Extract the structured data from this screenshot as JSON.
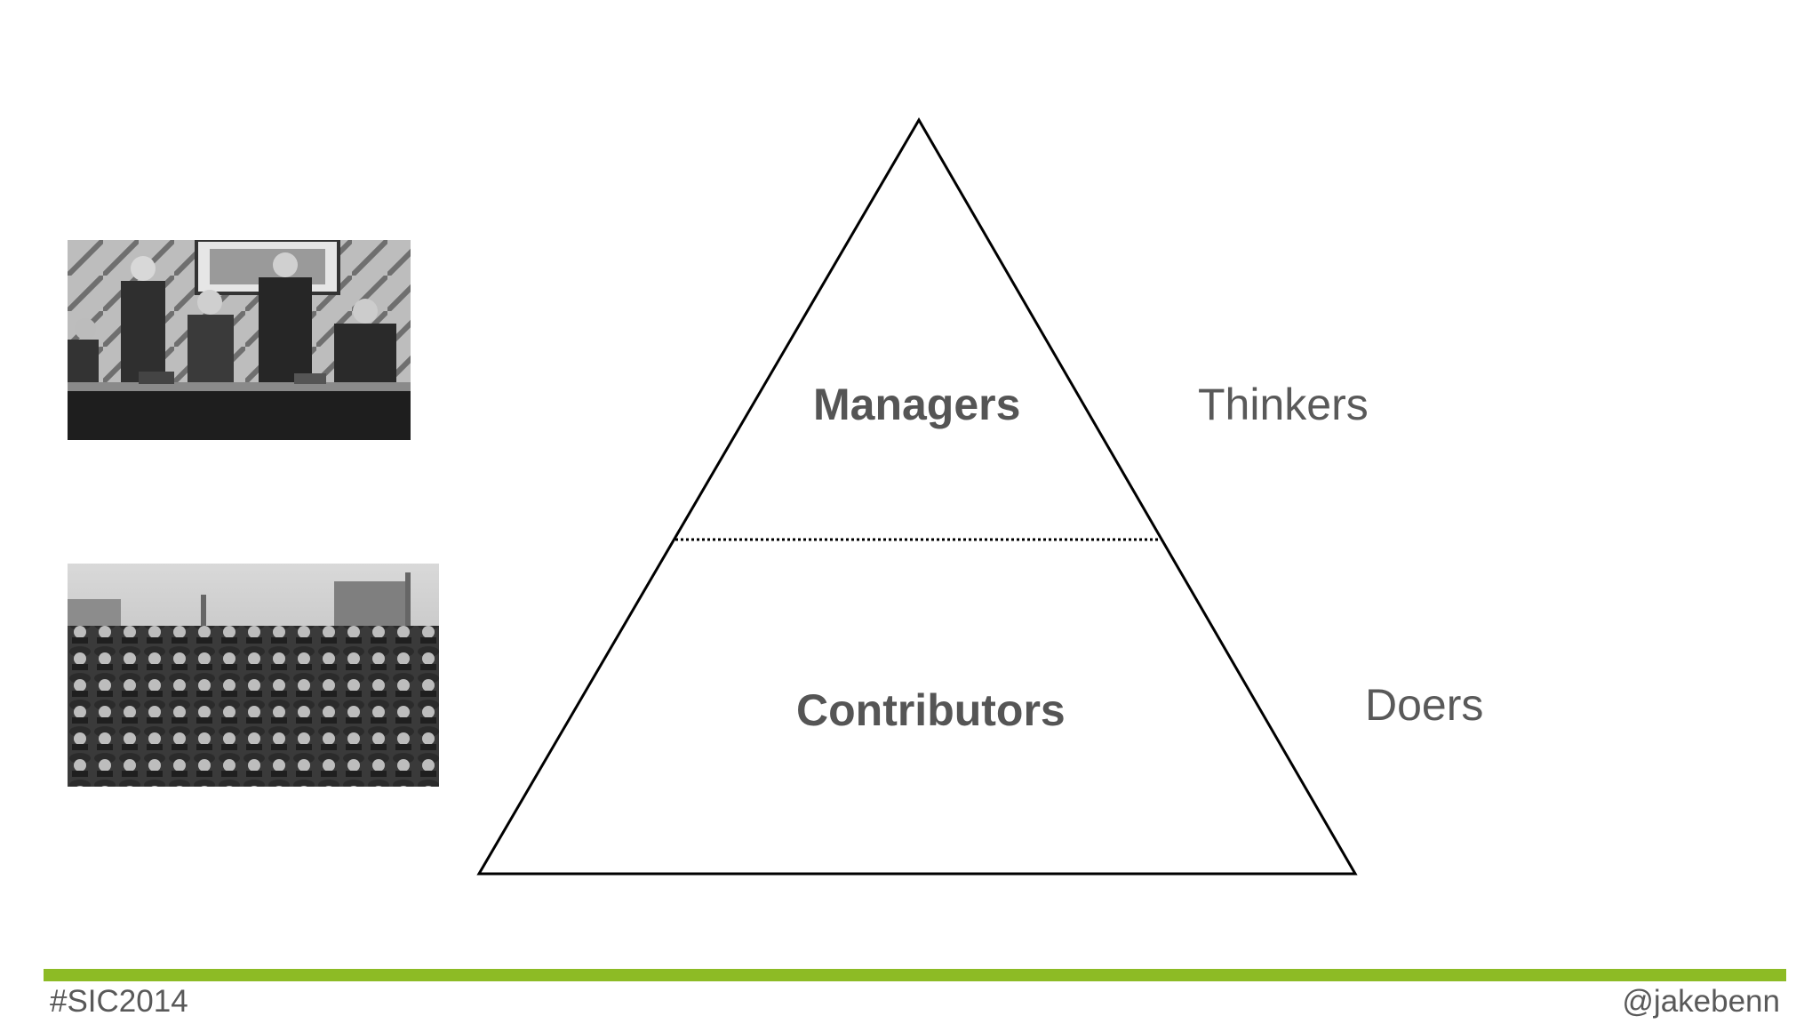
{
  "slide": {
    "tiers": {
      "top": "Managers",
      "bottom": "Contributors"
    },
    "roles": {
      "top": "Thinkers",
      "bottom": "Doers"
    },
    "photos": {
      "top": "black-and-white photo of managers at a table",
      "bottom": "black-and-white photo of a crowd of workers"
    },
    "footer": {
      "hashtag": "#SIC2014",
      "handle": "@jakebenn",
      "bar_color": "#8dbb25"
    }
  }
}
